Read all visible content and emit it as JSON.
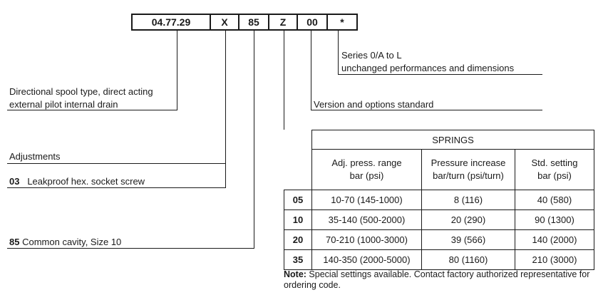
{
  "code_boxes": [
    "04.77.29",
    "X",
    "85",
    "Z",
    "00",
    "*"
  ],
  "callouts": {
    "series_line1": "Series 0/A to L",
    "series_line2": "unchanged performances and dimensions",
    "spool_line1": "Directional spool type, direct acting",
    "spool_line2": "external pilot internal drain",
    "version": "Version and options standard",
    "adjustments": "Adjustments",
    "adj_code": "03",
    "adj_desc": "Leakproof hex. socket screw",
    "cavity_code": "85",
    "cavity_desc": "Common cavity, Size 10"
  },
  "springs_table": {
    "title": "SPRINGS",
    "headers": [
      {
        "line1": "Adj. press. range",
        "line2": "bar (psi)"
      },
      {
        "line1": "Pressure increase",
        "line2": "bar/turn (psi/turn)"
      },
      {
        "line1": "Std. setting",
        "line2": "bar (psi)"
      }
    ],
    "rows": [
      {
        "code": "05",
        "range": "10-70 (145-1000)",
        "increase": "8 (116)",
        "setting": "40 (580)"
      },
      {
        "code": "10",
        "range": "35-140 (500-2000)",
        "increase": "20 (290)",
        "setting": "90 (1300)"
      },
      {
        "code": "20",
        "range": "70-210 (1000-3000)",
        "increase": "39 (566)",
        "setting": "140 (2000)"
      },
      {
        "code": "35",
        "range": "140-350 (2000-5000)",
        "increase": "80 (1160)",
        "setting": "210 (3000)"
      }
    ]
  },
  "note": {
    "label": "Note:",
    "text": " Special settings available. Contact factory authorized representative for ordering code."
  }
}
